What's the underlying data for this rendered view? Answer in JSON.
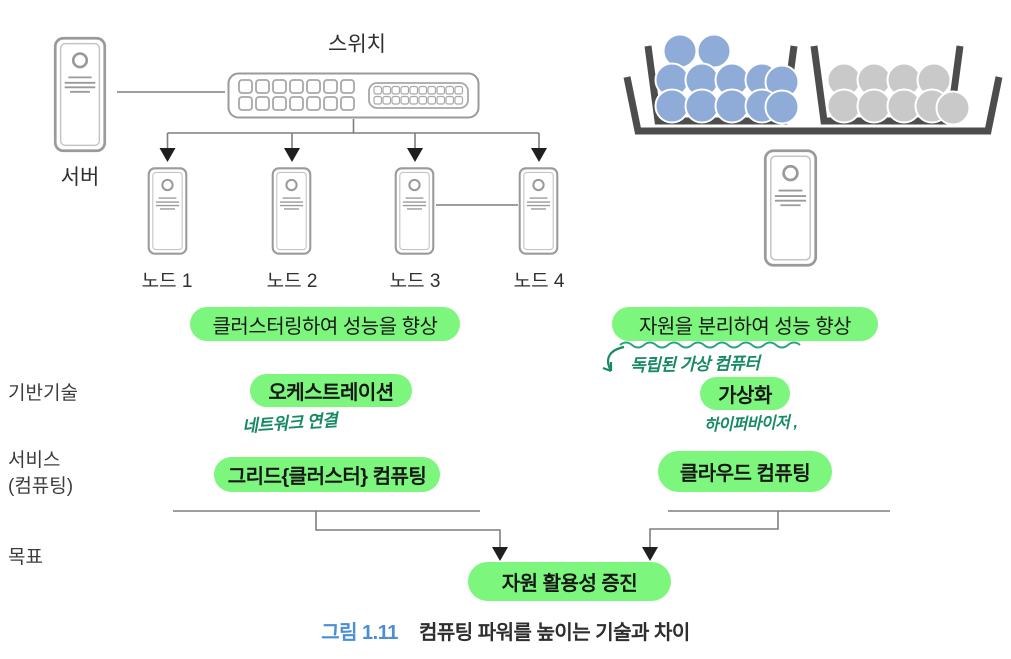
{
  "cluster": {
    "server_label": "서버",
    "switch_label": "스위치",
    "node_labels": [
      "노드 1",
      "노드 2",
      "노드 3",
      "노드 4"
    ],
    "benefit_badge": "클러스터링하여 성능을 향상",
    "base_tech_badge": "오케스트레이션",
    "base_tech_note": "네트워크 연결",
    "service_badge": "그리드{클러스터} 컴퓨팅"
  },
  "cloud": {
    "benefit_badge": "자원을 분리하여 성능 향상",
    "benefit_note": "독립된 가상 컴퓨터",
    "base_tech_badge": "가상화",
    "base_tech_note": "하이퍼바이저 ,",
    "service_badge": "클라우드 컴퓨팅"
  },
  "row_labels": {
    "base_tech": "기반기술",
    "service_line1": "서비스",
    "service_line2": "(컴퓨팅)",
    "goal": "목표"
  },
  "goal_badge": "자원 활용성 증진",
  "caption": {
    "label": "그림 1.11",
    "text": "컴퓨팅 파워를 높이는 기술과 차이"
  },
  "colors": {
    "highlight_green": "#7cf67c",
    "handwriting_teal": "#178a63",
    "caption_blue": "#4a8fd3",
    "resource_blue": "#8fabd7",
    "resource_gray": "#c9c9c9"
  }
}
